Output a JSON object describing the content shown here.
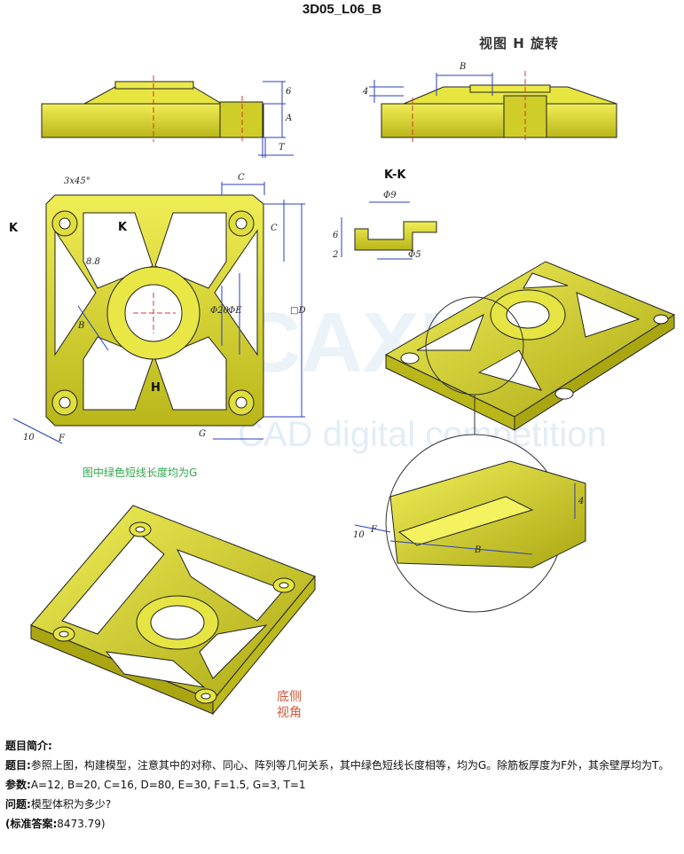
{
  "title": "3D05_L06_B",
  "labels": {
    "view_h_rotate": "视图 H 旋转",
    "section_kk": "K-K",
    "k_left": "K",
    "k_mark": "K",
    "h_mark": "H",
    "green_note": "图中绿色短线长度均为G",
    "bottom_view": "底侧视角",
    "watermark_main": "CAXINS",
    "watermark_sub": "CAD digital competition"
  },
  "dims": {
    "six_a": "6",
    "a": "A",
    "t": "T",
    "b_top": "B",
    "four_top": "4",
    "chamfer": "3x45°",
    "c_top": "C",
    "c_side": "C",
    "d": "□D",
    "e": "ΦE",
    "phi20": "Φ20",
    "b_plan": "B",
    "eight_eight": "8.8",
    "ten": "10",
    "f": "F",
    "g": "G",
    "phi9": "Φ9",
    "six_kk": "6",
    "two_kk": "2",
    "phi5": "Φ5",
    "four_detail": "4",
    "ten_detail": "10",
    "f_detail": "F",
    "b_detail": "B"
  },
  "info": {
    "heading": "题目简介:",
    "problem_label": "题目:",
    "problem_text": "参照上图，构建模型，注意其中的对称、同心、阵列等几何关系，其中绿色短线长度相等，均为G。除筋板厚度为F外，其余壁厚均为T。",
    "params_label": "参数:",
    "params_text": "A=12, B=20, C=16, D=80, E=30, F=1.5, G=3, T=1",
    "question_label": "问题:",
    "question_text": "模型体积为多少?",
    "answer_label": "(标准答案:",
    "answer_text": "8473.79)"
  },
  "colors": {
    "part_fill": "#d8d62e",
    "part_dark": "#a9a612",
    "outline": "#222222",
    "dimension": "#2a3fbf",
    "green_note": "#2fa84a",
    "red_note": "#d05a3a"
  }
}
